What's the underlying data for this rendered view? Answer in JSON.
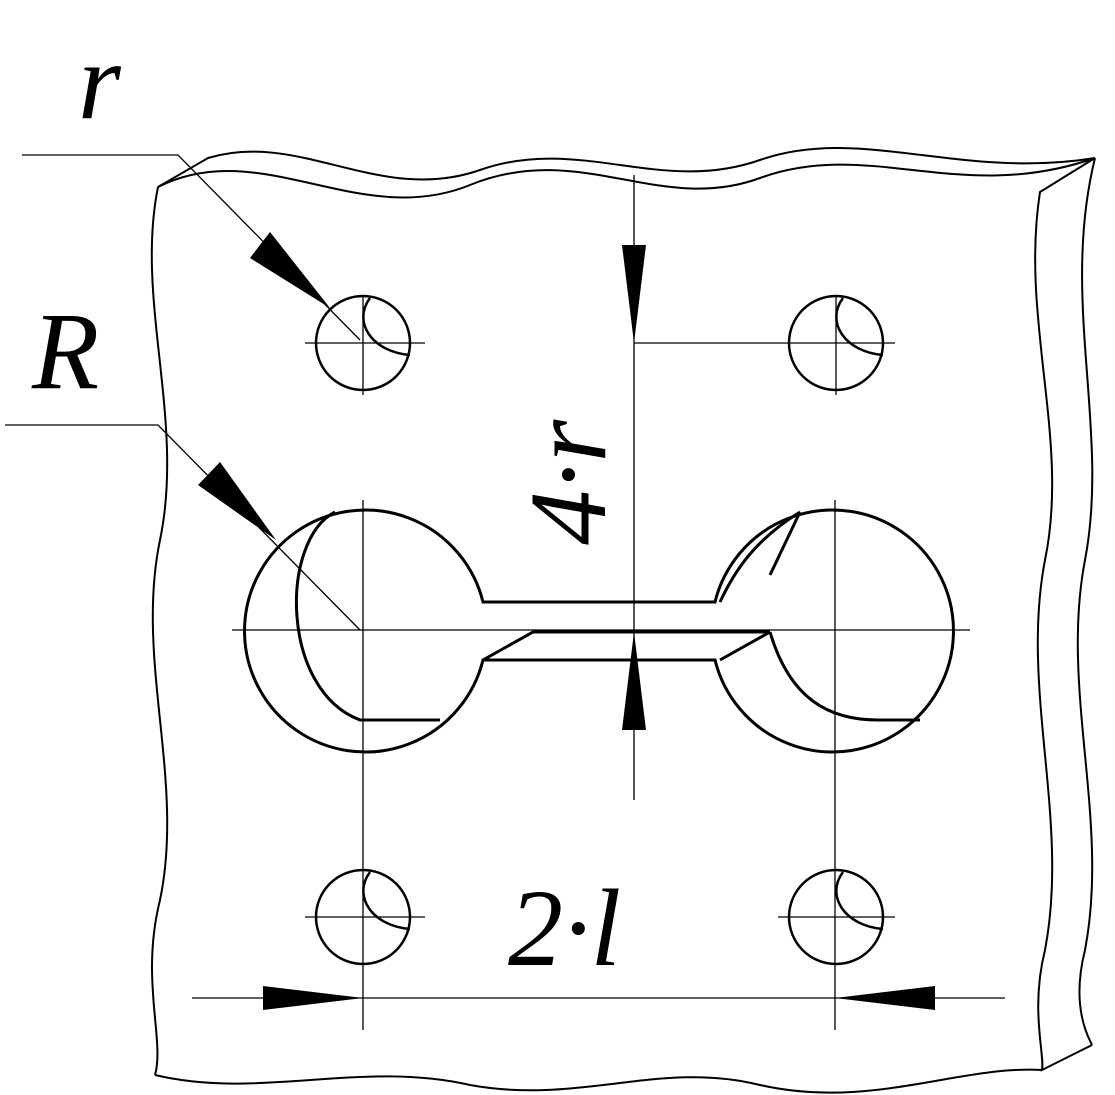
{
  "labels": {
    "small_radius": "r",
    "large_radius": "R",
    "vertical_dimension": "4·r",
    "horizontal_dimension": "2·l"
  },
  "colors": {
    "line": "#000000",
    "background": "#ffffff"
  }
}
